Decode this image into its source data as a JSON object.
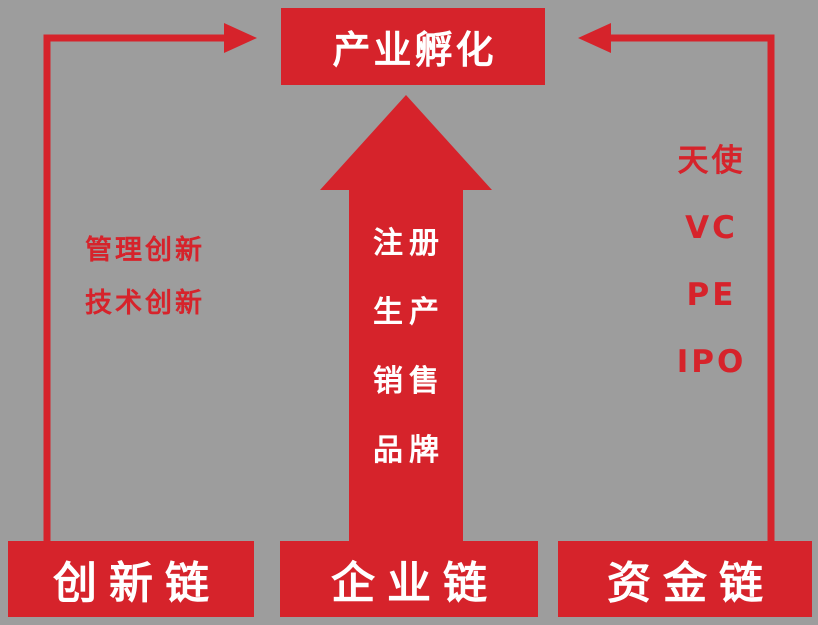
{
  "colors": {
    "background": "#9d9d9d",
    "red": "#d6232b",
    "white": "#ffffff"
  },
  "top_box": {
    "label": "产业孵化"
  },
  "center_arrow": {
    "items": [
      "注册",
      "生产",
      "销售",
      "品牌"
    ]
  },
  "left_column": {
    "items": [
      "管理创新",
      "技术创新"
    ]
  },
  "right_column": {
    "items": [
      "天使",
      "VC",
      "PE",
      "IPO"
    ]
  },
  "bottom_boxes": {
    "items": [
      "创新链",
      "企业链",
      "资金链"
    ]
  }
}
